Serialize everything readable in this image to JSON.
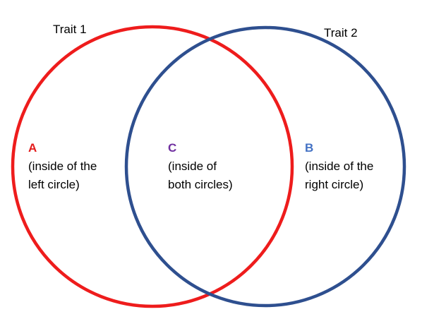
{
  "sets": {
    "left": {
      "title": "Trait 1",
      "color": "#ee1c1c"
    },
    "right": {
      "title": "Trait 2",
      "color": "#2e4f8f"
    }
  },
  "regions": {
    "a": {
      "letter": "A",
      "letter_color": "#e31b1b",
      "line1": "(inside of the",
      "line2": "left circle)"
    },
    "c": {
      "letter": "C",
      "letter_color": "#7030a0",
      "line1": "(inside of",
      "line2": "both circles)"
    },
    "b": {
      "letter": "B",
      "letter_color": "#4472c4",
      "line1": "(inside of the",
      "line2": "right circle)"
    }
  }
}
